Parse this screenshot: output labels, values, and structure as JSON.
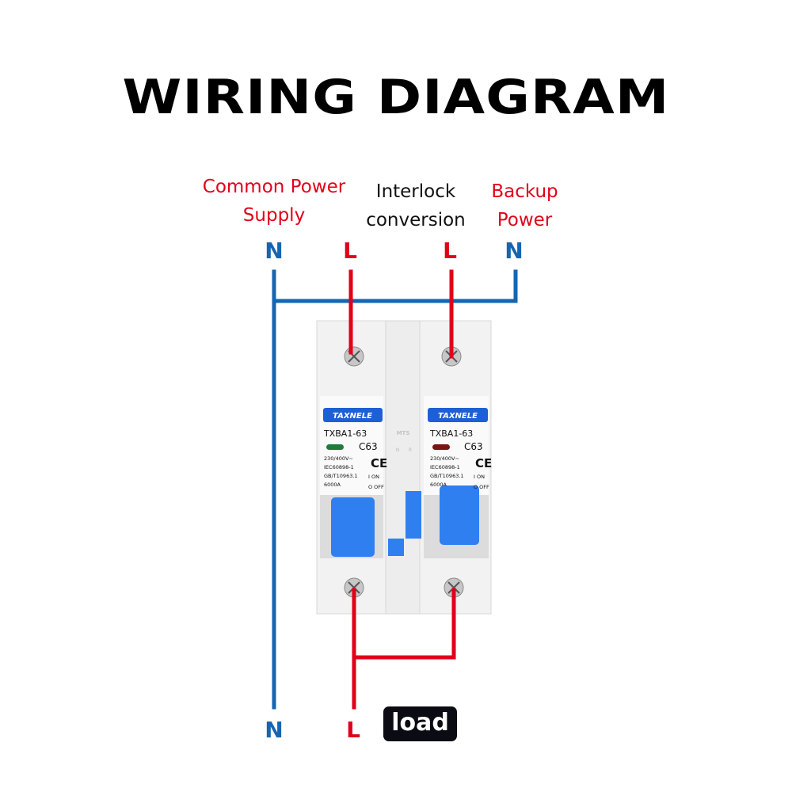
{
  "title": "WIRING DIAGRAM",
  "labels": {
    "common_power_supply": [
      "Common Power",
      "Supply"
    ],
    "interlock_conversion": [
      "Interlock",
      "conversion"
    ],
    "backup_power": [
      "Backup",
      "Power"
    ]
  },
  "poles_top": [
    "N",
    "L",
    "L",
    "N"
  ],
  "poles_bottom": [
    "N",
    "L"
  ],
  "load_label": "load",
  "device": {
    "brand": "TAXNELE",
    "model": "TXBA1-63",
    "rating": "C63",
    "specs": [
      "230/400V~",
      "IEC60898-1",
      "GB/T10963.1",
      "6000A"
    ],
    "ce_mark": "CE",
    "on_label": "I ON",
    "off_label": "O OFF",
    "interlock_label": "MTS",
    "interlock_n": "N",
    "interlock_r": "R",
    "indicator_left_color": "#1f7a3c",
    "indicator_right_color": "#7a1414"
  },
  "colors": {
    "red": "#e1001a",
    "blue": "#1565b0",
    "handle": "#2f7ff0"
  }
}
